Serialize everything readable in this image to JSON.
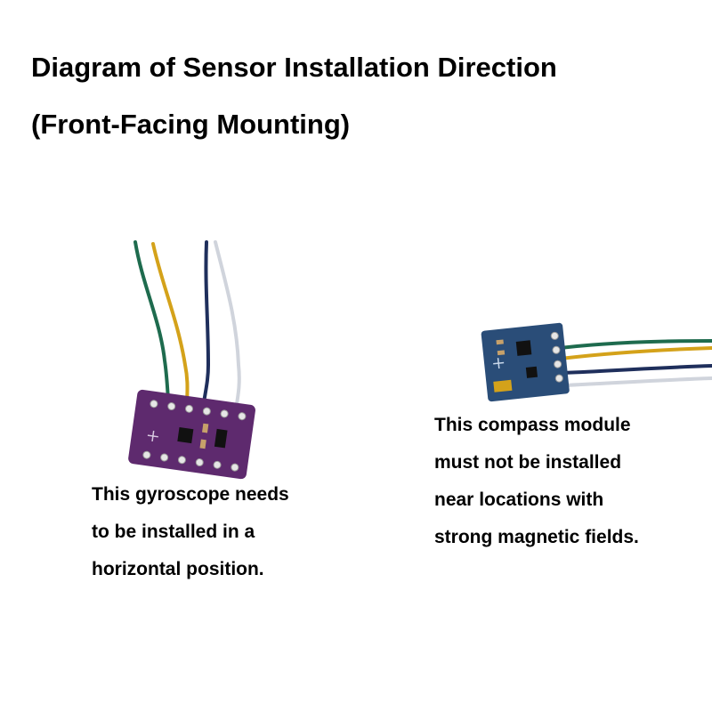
{
  "title": {
    "line1": "Diagram of Sensor Installation Direction",
    "line2": "(Front-Facing Mounting)"
  },
  "gyroscope": {
    "caption_lines": [
      "This gyroscope needs",
      "to be installed in a",
      "horizontal position."
    ],
    "board_color": "#5e2a6e",
    "wire_colors": [
      "#1e6b4e",
      "#d4a21a",
      "#1f2f5c",
      "#d0d4dc"
    ]
  },
  "compass": {
    "caption_lines": [
      "This compass module",
      "must not be installed",
      "near locations with",
      "strong magnetic fields."
    ],
    "board_color": "#2a4d78",
    "wire_colors": [
      "#1e6b4e",
      "#d4a21a",
      "#1f2f5c",
      "#d0d4dc"
    ]
  }
}
